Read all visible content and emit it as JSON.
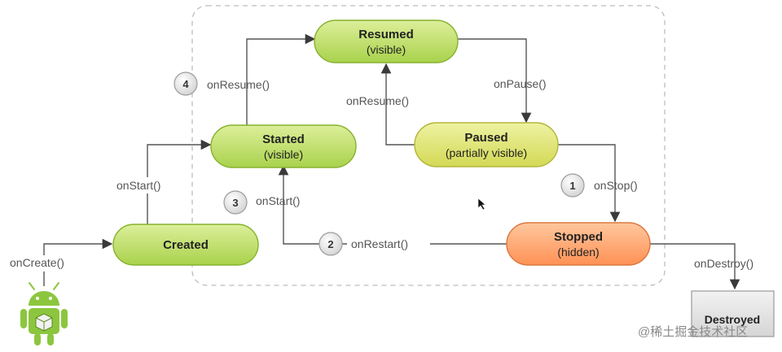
{
  "diagram": {
    "states": {
      "resumed": {
        "title": "Resumed",
        "subtitle": "(visible)"
      },
      "started": {
        "title": "Started",
        "subtitle": "(visible)"
      },
      "paused": {
        "title": "Paused",
        "subtitle": "(partially visible)"
      },
      "created": {
        "title": "Created"
      },
      "stopped": {
        "title": "Stopped",
        "subtitle": "(hidden)"
      },
      "destroyed": {
        "title": "Destroyed"
      }
    },
    "transitions": {
      "on_create": "onCreate()",
      "on_start_created": "onStart()",
      "on_resume_started": "onResume()",
      "on_pause": "onPause()",
      "on_resume_paused": "onResume()",
      "on_stop": "onStop()",
      "on_restart": "onRestart()",
      "on_start_restart": "onStart()",
      "on_destroy": "onDestroy()"
    },
    "steps": [
      "4",
      "3",
      "2",
      "1"
    ]
  },
  "colors": {
    "green_state": "#c3e06d",
    "yellow_state": "#e3e77a",
    "orange_state": "#ffab78",
    "destroyed_state": "#e6e6e6",
    "android_green": "#8cc63f"
  },
  "watermark": "@稀土掘金技术社区"
}
